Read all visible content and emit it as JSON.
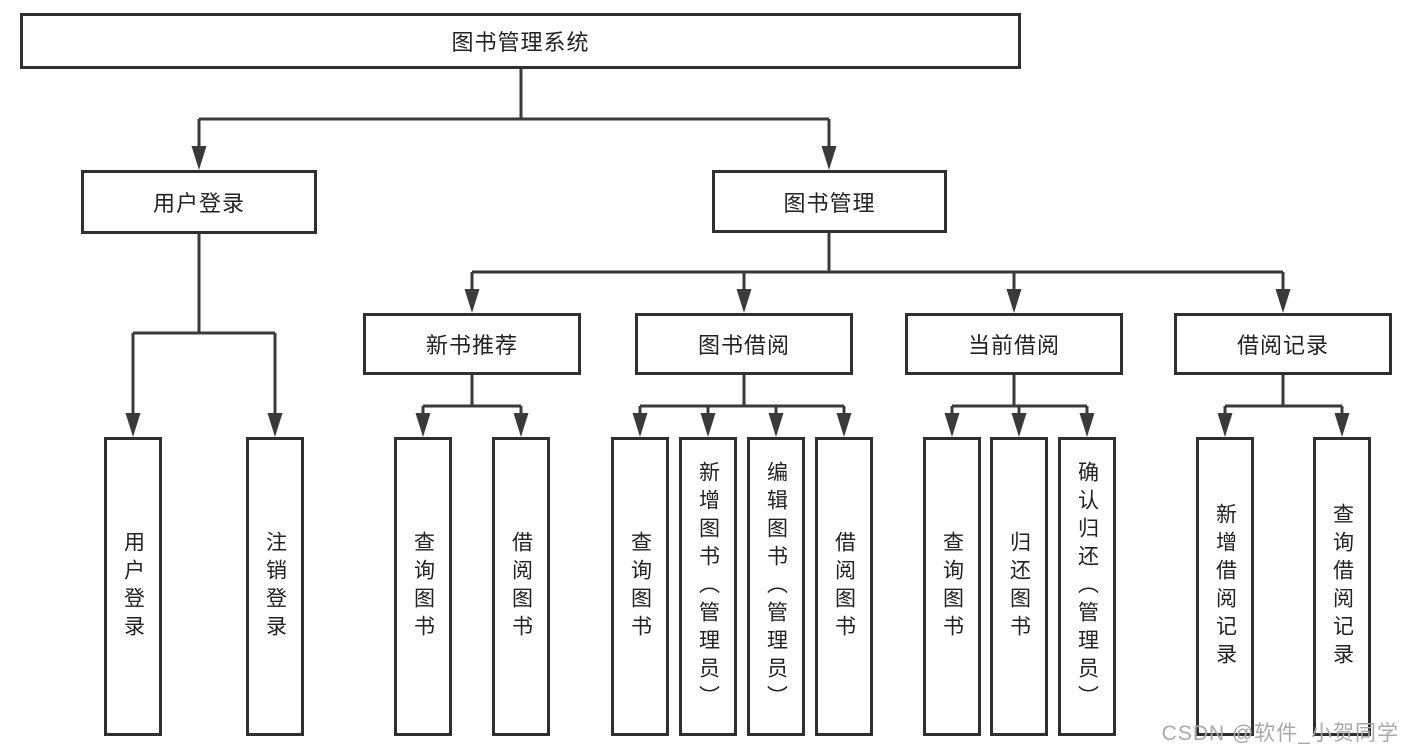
{
  "diagram": {
    "type": "tree-diagram",
    "title": "图书管理系统",
    "children": [
      {
        "label": "用户登录",
        "children": [
          {
            "label": "用户登录"
          },
          {
            "label": "注销登录"
          }
        ]
      },
      {
        "label": "图书管理",
        "children": [
          {
            "label": "新书推荐",
            "children": [
              {
                "label": "查询图书"
              },
              {
                "label": "借阅图书"
              }
            ]
          },
          {
            "label": "图书借阅",
            "children": [
              {
                "label": "查询图书"
              },
              {
                "label": "新增图书（管理员）"
              },
              {
                "label": "编辑图书（管理员）"
              },
              {
                "label": "借阅图书"
              }
            ]
          },
          {
            "label": "当前借阅",
            "children": [
              {
                "label": "查询图书"
              },
              {
                "label": "归还图书"
              },
              {
                "label": "确认归还（管理员）"
              }
            ]
          },
          {
            "label": "借阅记录",
            "children": [
              {
                "label": "新增借阅记录"
              },
              {
                "label": "查询借阅记录"
              }
            ]
          }
        ]
      }
    ]
  },
  "watermark": "CSDN @软件_小贺同学",
  "colors": {
    "line": "#3a3a3a",
    "box_border": "#2f2f2f",
    "text": "#222226",
    "watermark": "#a8a8b0",
    "background": "#ffffff"
  }
}
